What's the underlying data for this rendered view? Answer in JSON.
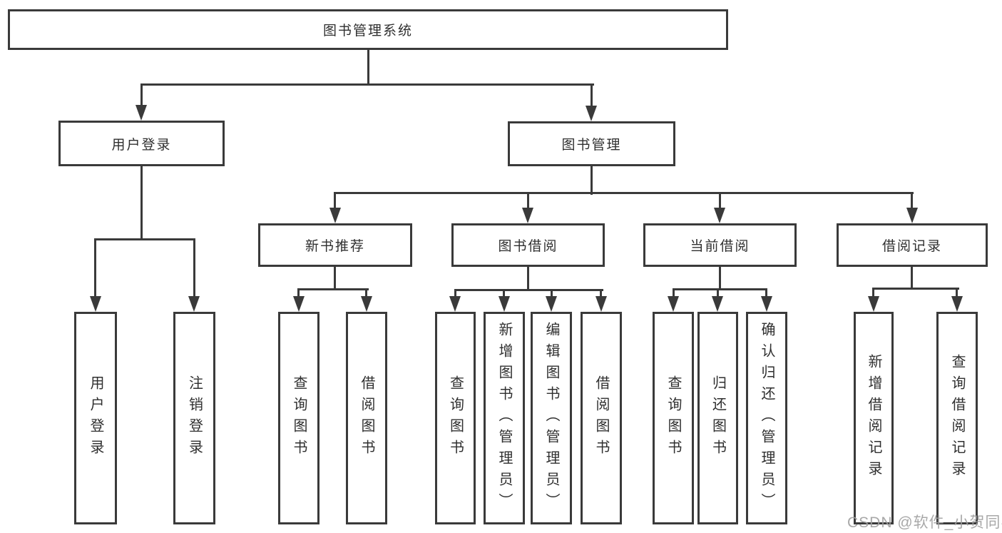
{
  "tree": {
    "root": {
      "label": "图书管理系统"
    },
    "branches": [
      {
        "label": "用户登录",
        "children": [
          {
            "label": "用户登录"
          },
          {
            "label": "注销登录"
          }
        ]
      },
      {
        "label": "图书管理",
        "groups": [
          {
            "label": "新书推荐",
            "children": [
              {
                "label": "查询图书"
              },
              {
                "label": "借阅图书"
              }
            ]
          },
          {
            "label": "图书借阅",
            "children": [
              {
                "label": "查询图书"
              },
              {
                "label": "新增图书（管理员）"
              },
              {
                "label": "编辑图书（管理员）"
              },
              {
                "label": "借阅图书"
              }
            ]
          },
          {
            "label": "当前借阅",
            "children": [
              {
                "label": "查询图书"
              },
              {
                "label": "归还图书"
              },
              {
                "label": "确认归还（管理员）"
              }
            ]
          },
          {
            "label": "借阅记录",
            "children": [
              {
                "label": "新增借阅记录"
              },
              {
                "label": "查询借阅记录"
              }
            ]
          }
        ]
      }
    ]
  },
  "watermark": "CSDN @软件_小贺同学",
  "colors": {
    "line": "#3a3a3a",
    "text": "#2f2f2f",
    "background": "#ffffff",
    "watermark": "#9e9e9e"
  }
}
